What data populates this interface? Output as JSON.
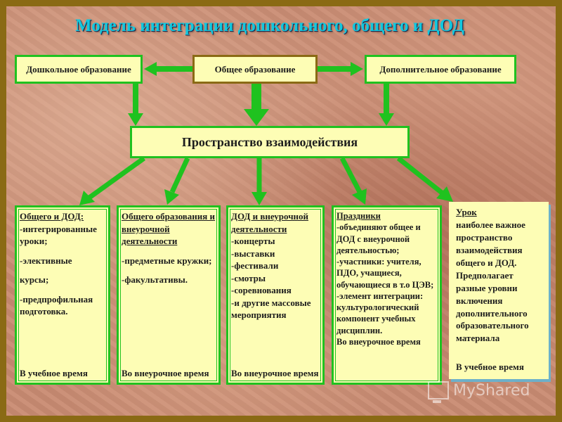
{
  "title": "Модель интеграции дошкольного, общего и ДОД",
  "top_boxes": {
    "preschool": "Дошкольное образование",
    "general": "Общее образование",
    "additional": "Дополнительное образование"
  },
  "center_box": "Пространство взаимодействия",
  "columns": [
    {
      "head": "Общего и ДОД:",
      "lines": [
        "-интегрированные уроки;",
        "-элективные",
        "курсы;",
        "-предпрофильная подготовка."
      ],
      "time": "В учебное время"
    },
    {
      "head": "Общего образования и внеурочной деятельности",
      "lines": [
        "-предметные кружки;",
        "-факультативы."
      ],
      "time": "Во внеурочное время"
    },
    {
      "head": "ДОД и внеурочной деятельности",
      "lines": [
        "-концерты",
        "-выставки",
        "-фестивали",
        "-смотры",
        "-соревнования",
        "-и другие массовые мероприятия"
      ],
      "time": "Во внеурочное время"
    },
    {
      "head": "Праздники",
      "lines": [
        "-объединяют общее и ДОД с внеурочной деятельностью;",
        "-участники: учителя, ПДО, учащиеся, обучающиеся в т.о ЦЭВ;",
        "-элемент интеграции: культурологический компонент учебных дисциплин."
      ],
      "time": "Во внеурочное время"
    },
    {
      "head": "Урок",
      "lines": [
        "наиболее важное пространство взаимодействия общего и ДОД. Предполагает разные уровни включения дополнительного образовательного материала"
      ],
      "time": "В учебное время"
    }
  ],
  "watermark": "MyShared",
  "colors": {
    "title": "#12c8de",
    "box_fill": "#fdfdb5",
    "box_border": "#1fc21f",
    "arrow": "#1fc21f",
    "frame": "#8a6a14"
  },
  "icons": {
    "watermark": "presentation-screen-icon"
  }
}
